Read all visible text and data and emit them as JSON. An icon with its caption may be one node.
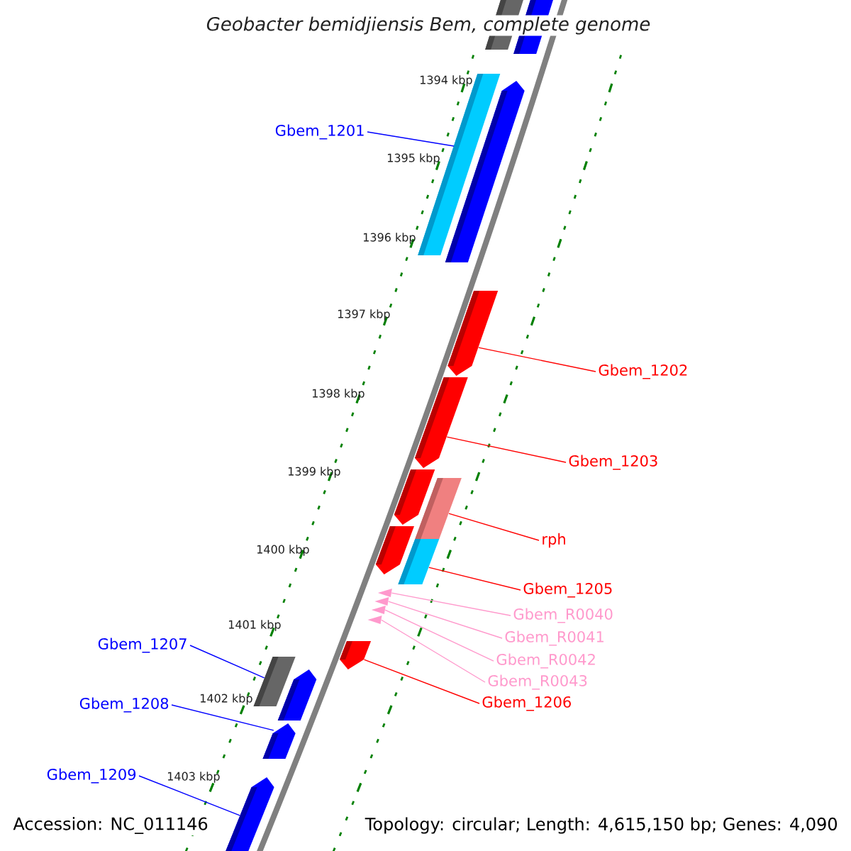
{
  "diagram": {
    "title": "*Geobacter bemidjiensis* Bem, complete genome",
    "nodes": [
      {
        "text": [
          "Gbem_1201"
        ]
      },
      {
        "text": [
          "Gbem_1202"
        ]
      },
      {
        "text": [
          "Gbem_1203"
        ]
      },
      {
        "text": [
          "rph"
        ]
      },
      {
        "text": [
          "Gbem_1205"
        ]
      },
      {
        "text": [
          "Gbem_R0040"
        ]
      },
      {
        "text": [
          "Gbem_R0041"
        ]
      },
      {
        "text": [
          "Gbem_R0042"
        ]
      },
      {
        "text": [
          "Gbem_R0043"
        ]
      },
      {
        "text": [
          "Gbem_1206"
        ]
      },
      {
        "text": [
          "Gbem_1207"
        ]
      },
      {
        "text": [
          "Gbem_1208"
        ]
      },
      {
        "text": [
          "Gbem_1209"
        ]
      },
      {
        "text": [],
        "shape": "bar"
      },
      {
        "text": [],
        "shape": "bar"
      },
      {
        "text": [],
        "shape": "bar"
      },
      {
        "text": [],
        "shape": "pentagon"
      },
      {
        "text": [],
        "shape": "pentagon"
      },
      {
        "text": [],
        "shape": "pentagon"
      },
      {
        "text": [],
        "shape": "pentagon"
      },
      {
        "text": [],
        "shape": "bar"
      },
      {
        "text": [],
        "shape": "pentagon"
      },
      {
        "text": [],
        "shape": "bar"
      },
      {
        "text": [],
        "shape": "triangle"
      },
      {
        "text": [],
        "shape": "triangle"
      },
      {
        "text": [],
        "shape": "triangle"
      },
      {
        "text": [],
        "shape": "triangle"
      },
      {
        "text": [],
        "shape": "pentagon"
      },
      {
        "text": [],
        "shape": "bar"
      },
      {
        "text": [],
        "shape": "pentagon"
      },
      {
        "text": [],
        "shape": "pentagon"
      },
      {
        "text": [],
        "shape": "pentagon"
      }
    ],
    "edges": [
      {
        "from": 0,
        "to": 15,
        "arrow": "none",
        "color": "#0000ff"
      },
      {
        "from": 1,
        "to": 17,
        "arrow": "none",
        "color": "#ff0000"
      },
      {
        "from": 2,
        "to": 18,
        "arrow": "none",
        "color": "#ff0000"
      },
      {
        "from": 3,
        "to": 20,
        "arrow": "none",
        "color": "#ff0000"
      },
      {
        "from": 4,
        "to": 22,
        "arrow": "none",
        "color": "#ff0000"
      },
      {
        "from": 5,
        "to": 23,
        "arrow": "none",
        "color": "#ff99cc"
      },
      {
        "from": 6,
        "to": 24,
        "arrow": "none",
        "color": "#ff99cc"
      },
      {
        "from": 7,
        "to": 25,
        "arrow": "none",
        "color": "#ff99cc"
      },
      {
        "from": 8,
        "to": 26,
        "arrow": "none",
        "color": "#ff99cc"
      },
      {
        "from": 9,
        "to": 27,
        "arrow": "none",
        "color": "#ff0000"
      },
      {
        "from": 10,
        "to": 28,
        "arrow": "none",
        "color": "#0000ff"
      },
      {
        "from": 11,
        "to": 30,
        "arrow": "none",
        "color": "#0000ff"
      },
      {
        "from": 12,
        "to": 31,
        "arrow": "none",
        "color": "#0000ff"
      }
    ],
    "labels": [
      "1394 kbp",
      "1395 kbp",
      "1396 kbp",
      "1397 kbp",
      "1398 kbp",
      "1399 kbp",
      "1400 kbp",
      "1401 kbp",
      "1402 kbp",
      "1403 kbp",
      "Accession: NC_011146",
      "Topology: circular; Length: 4,615,150 bp; Genes: 4,090"
    ]
  }
}
